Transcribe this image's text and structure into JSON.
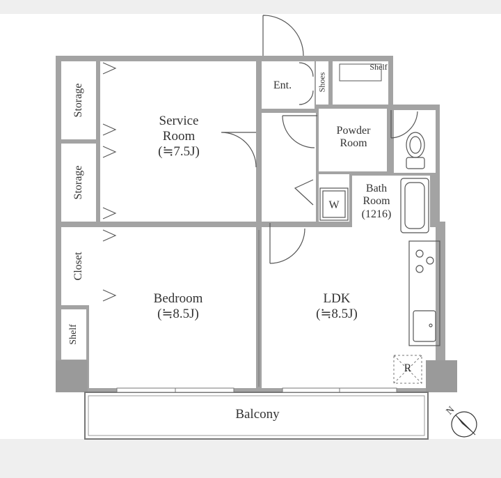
{
  "rooms": {
    "service_room": {
      "line1": "Service",
      "line2": "Room",
      "size": "(≒7.5J)"
    },
    "bedroom": {
      "name": "Bedroom",
      "size": "(≒8.5J)"
    },
    "ldk": {
      "name": "LDK",
      "size": "(≒8.5J)"
    },
    "powder_room": {
      "line1": "Powder",
      "line2": "Room"
    },
    "bath_room": {
      "line1": "Bath",
      "line2": "Room",
      "size": "(1216)"
    },
    "entrance": "Ent.",
    "balcony": "Balcony"
  },
  "storage_labels": {
    "storage_top": "Storage",
    "storage_mid": "Storage",
    "closet": "Closet",
    "shelf_left": "Shelf",
    "shoes": "Shoes",
    "shelf_top": "Shelf"
  },
  "fixtures": {
    "washer": "W",
    "refrigerator": "R"
  },
  "compass": {
    "label": "N"
  },
  "colors": {
    "background": "#efefef",
    "wall": "#9a9a9a",
    "floor": "#ffffff",
    "line": "#555555",
    "pillar": "#9a9a9a"
  }
}
